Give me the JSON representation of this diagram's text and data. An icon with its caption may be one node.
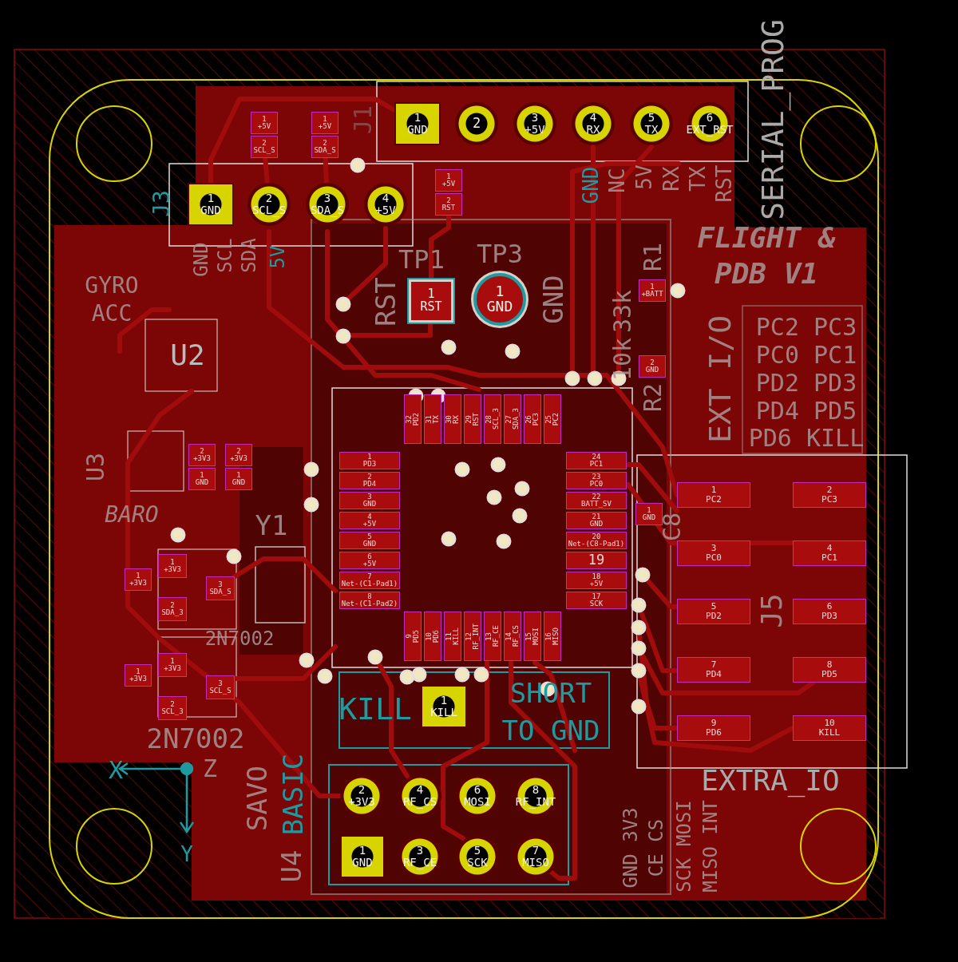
{
  "diagram": {
    "nodes": [
      {
        "text": [
          "1",
          "GND"
        ]
      },
      {
        "text": [
          "2"
        ]
      },
      {
        "text": [
          "3",
          "+5V"
        ]
      },
      {
        "text": [
          "4",
          "RX"
        ]
      },
      {
        "text": [
          "5",
          "TX"
        ]
      },
      {
        "text": [
          "6",
          "EXT_RST"
        ]
      },
      {
        "text": [
          "1",
          "GND"
        ]
      },
      {
        "text": [
          "2",
          "SCL_S"
        ]
      },
      {
        "text": [
          "3",
          "SDA_S"
        ]
      },
      {
        "text": [
          "4",
          "+5V"
        ]
      },
      {
        "text": [
          "1",
          "+5V"
        ]
      },
      {
        "text": [
          "2",
          "SCL_S"
        ]
      },
      {
        "text": [
          "1",
          "+5V"
        ]
      },
      {
        "text": [
          "2",
          "SDA_S"
        ]
      },
      {
        "text": [
          "1",
          "+5V"
        ]
      },
      {
        "text": [
          "2",
          "RST"
        ]
      },
      {
        "text": [
          "1",
          "RST"
        ]
      },
      {
        "text": [
          "1",
          "GND"
        ]
      },
      {
        "text": [
          "1",
          "+BATT"
        ]
      },
      {
        "text": [
          "2",
          "GND"
        ]
      },
      {
        "text": [
          "1",
          "PD3"
        ]
      },
      {
        "text": [
          "2",
          "PD4"
        ]
      },
      {
        "text": [
          "3",
          "GND"
        ]
      },
      {
        "text": [
          "4",
          "+5V"
        ]
      },
      {
        "text": [
          "5",
          "GND"
        ]
      },
      {
        "text": [
          "6",
          "+5V"
        ]
      },
      {
        "text": [
          "7",
          "Net-(C1-Pad1)"
        ]
      },
      {
        "text": [
          "8",
          "Net-(C1-Pad2)"
        ]
      },
      {
        "text": [
          "32",
          "PD2"
        ]
      },
      {
        "text": [
          "31",
          "TX"
        ]
      },
      {
        "text": [
          "30",
          "RX"
        ]
      },
      {
        "text": [
          "29",
          "RST"
        ]
      },
      {
        "text": [
          "28",
          "SCL_3"
        ]
      },
      {
        "text": [
          "27",
          "SDA_3"
        ]
      },
      {
        "text": [
          "26",
          "PC3"
        ]
      },
      {
        "text": [
          "25",
          "PC2"
        ]
      },
      {
        "text": [
          "24",
          "PC1"
        ]
      },
      {
        "text": [
          "23",
          "PC0"
        ]
      },
      {
        "text": [
          "22",
          "BATT_SV"
        ]
      },
      {
        "text": [
          "21",
          "GND"
        ]
      },
      {
        "text": [
          "20",
          "Net-(C8-Pad1)"
        ]
      },
      {
        "text": [
          "19"
        ]
      },
      {
        "text": [
          "18",
          "+5V"
        ]
      },
      {
        "text": [
          "17",
          "SCK"
        ]
      },
      {
        "text": [
          "9",
          "PD5"
        ]
      },
      {
        "text": [
          "10",
          "PD6"
        ]
      },
      {
        "text": [
          "11",
          "KILL"
        ]
      },
      {
        "text": [
          "12",
          "RF_INT"
        ]
      },
      {
        "text": [
          "13",
          "RF_CE"
        ]
      },
      {
        "text": [
          "14",
          "RF_CS"
        ]
      },
      {
        "text": [
          "15",
          "MOSI"
        ]
      },
      {
        "text": [
          "16",
          "MISO"
        ]
      },
      {
        "text": [
          "1",
          "GND"
        ]
      },
      {
        "text": [
          "1",
          "PC2"
        ]
      },
      {
        "text": [
          "2",
          "PC3"
        ]
      },
      {
        "text": [
          "3",
          "PC0"
        ]
      },
      {
        "text": [
          "4",
          "PC1"
        ]
      },
      {
        "text": [
          "5",
          "PD2"
        ]
      },
      {
        "text": [
          "6",
          "PD3"
        ]
      },
      {
        "text": [
          "7",
          "PD4"
        ]
      },
      {
        "text": [
          "8",
          "PD5"
        ]
      },
      {
        "text": [
          "9",
          "PD6"
        ]
      },
      {
        "text": [
          "10",
          "KILL"
        ]
      },
      {
        "text": [
          "1",
          "KILL"
        ]
      },
      {
        "text": [
          "2",
          "+3V3"
        ]
      },
      {
        "text": [
          "4",
          "RF_CS"
        ]
      },
      {
        "text": [
          "6",
          "MOSI"
        ]
      },
      {
        "text": [
          "8",
          "RF_INT"
        ]
      },
      {
        "text": [
          "1",
          "GND"
        ]
      },
      {
        "text": [
          "3",
          "RF_CE"
        ]
      },
      {
        "text": [
          "5",
          "SCK"
        ]
      },
      {
        "text": [
          "7",
          "MISO"
        ]
      },
      {
        "text": [
          "1",
          "+3V3"
        ]
      },
      {
        "text": [
          "2",
          "SDA_3"
        ]
      },
      {
        "text": [
          "3",
          "SDA_S"
        ]
      },
      {
        "text": [
          "1",
          "+3V3"
        ]
      },
      {
        "text": [
          "2",
          "SCL_3"
        ]
      },
      {
        "text": [
          "3",
          "SCL_S"
        ]
      },
      {
        "text": [
          "2",
          "+3V3"
        ]
      },
      {
        "text": [
          "1",
          "GND"
        ]
      },
      {
        "text": [
          "2",
          "+3V3"
        ]
      },
      {
        "text": [
          "1",
          "GND"
        ]
      },
      {
        "text": [
          "1",
          "+3V3"
        ]
      },
      {
        "text": [
          "1",
          "+3V3"
        ]
      }
    ],
    "edges": [
      {
        "from": 6,
        "to": 0,
        "arrow": "none"
      },
      {
        "from": 7,
        "to": 11,
        "arrow": "none"
      },
      {
        "from": 8,
        "to": 13,
        "arrow": "none"
      },
      {
        "from": 16,
        "to": 15,
        "arrow": "none"
      }
    ],
    "labels": [
      "SERIAL_PROG",
      "J1",
      "J3",
      "GND",
      "SCL",
      "SDA",
      "5V",
      "TP1",
      "TP3",
      "RST",
      "GND",
      "GND",
      "NC",
      "5V",
      "RX",
      "TX",
      "RST",
      "FLIGHT & PDB V1",
      "R1",
      "33k",
      "10k",
      "R2",
      "EXT I/O",
      "PC2 PC3",
      "PC0 PC1",
      "PD2 PD3",
      "PD4 PD5",
      "PD6 KILL",
      "GYRO",
      "ACC",
      "U2",
      "U3",
      "BARO",
      "Y1",
      "2N7002",
      "2N7002",
      "KILL",
      "SHORT",
      "TO GND",
      "C8",
      "J5",
      "EXTRA_IO",
      "SAVO",
      "U4",
      "BASIC",
      "GND 3V3",
      "CE CS",
      "SCK MOSI",
      "MISO INT",
      "X",
      "Z",
      "Y"
    ]
  }
}
